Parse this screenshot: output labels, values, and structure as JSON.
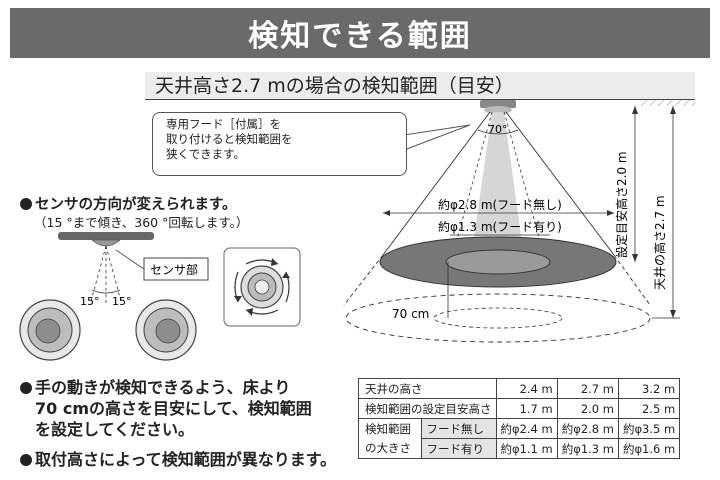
{
  "title": "検知できる範囲",
  "subtitle": "天井高さ2.7 mの場合の検知範囲（目安）",
  "hood_note": [
    "専用フード［付属］を",
    "取り付けると検知範囲を",
    "狭くできます。"
  ],
  "diagram": {
    "angle_label": "70°",
    "range_without_hood": "約φ2.8 m(フード無し)",
    "range_with_hood": "約φ1.3 m(フード有り)",
    "floor_offset_label": "70 cm",
    "set_height_label": "設定目安高さ2.0 m",
    "ceiling_height_label": "天井の高さ2.7 m"
  },
  "sensor_direction": {
    "heading": "センサの方向が変えられます。",
    "detail": "（15 °まで傾き、360 °回転します。）",
    "tilt_left": "15°",
    "tilt_right": "15°",
    "sensor_label": "センサ部"
  },
  "notes": {
    "note1": [
      "手の動きが検知できるよう、床より",
      "70 cmの高さを目安にして、検知範囲",
      "を設定してください。"
    ],
    "note2": "取付高さによって検知範囲が異なります。"
  },
  "table": {
    "ceiling_label": "天井の高さ",
    "ceiling_values": [
      "2.4 m",
      "2.7 m",
      "3.2 m"
    ],
    "set_label": "検知範囲の設定目安高さ",
    "set_values": [
      "1.7 m",
      "2.0 m",
      "2.5 m"
    ],
    "range_label_1": "検知範囲",
    "range_label_2": "の大きさ",
    "no_hood_label": "フード無し",
    "no_hood_values": [
      "約φ2.4 m",
      "約φ2.8 m",
      "約φ3.5 m"
    ],
    "hood_label": "フード有り",
    "hood_values": [
      "約φ1.1 m",
      "約φ1.3 m",
      "約φ1.6 m"
    ]
  }
}
